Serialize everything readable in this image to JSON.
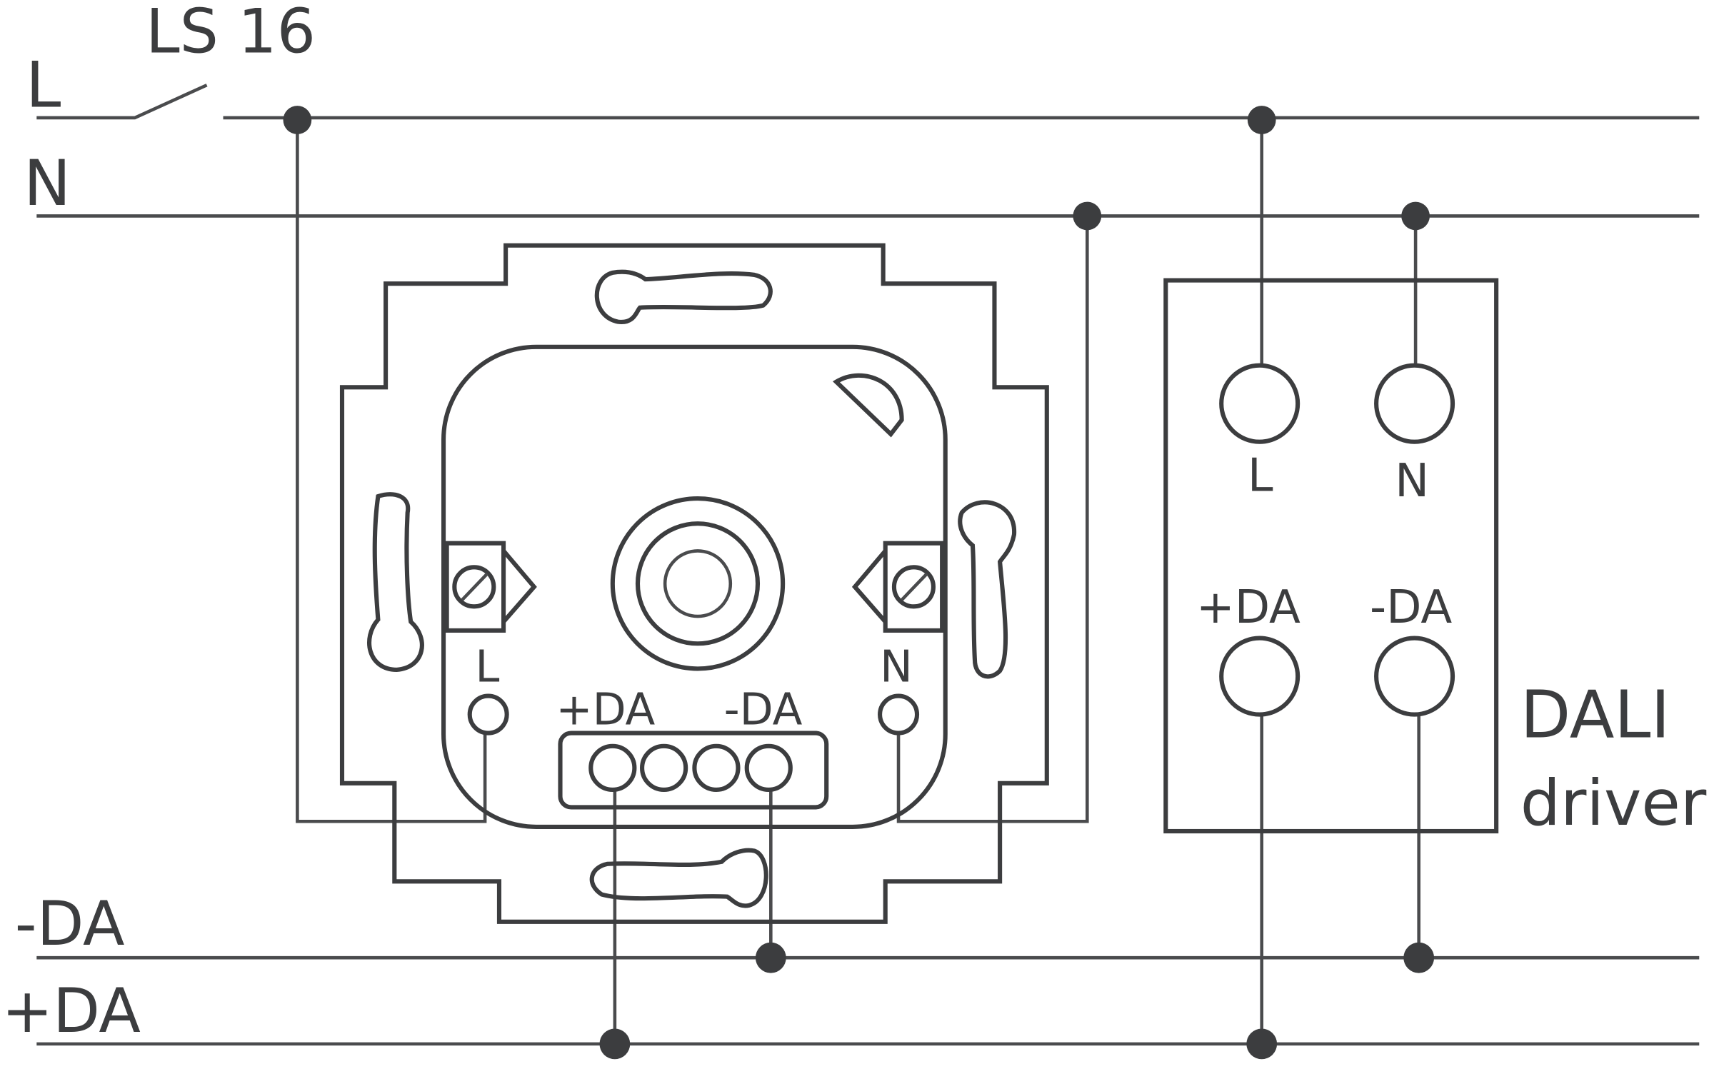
{
  "lines": {
    "L": "L",
    "N": "N",
    "minus_da": "-DA",
    "plus_da": "+DA"
  },
  "breaker": "LS 16",
  "dimmer": {
    "terminal_L": "L",
    "terminal_N": "N",
    "plus_da": "+DA",
    "minus_da": "-DA"
  },
  "driver": {
    "title": "DALI",
    "subtitle": "driver",
    "terminal_L": "L",
    "terminal_N": "N",
    "plus_da": "+DA",
    "minus_da": "-DA"
  }
}
